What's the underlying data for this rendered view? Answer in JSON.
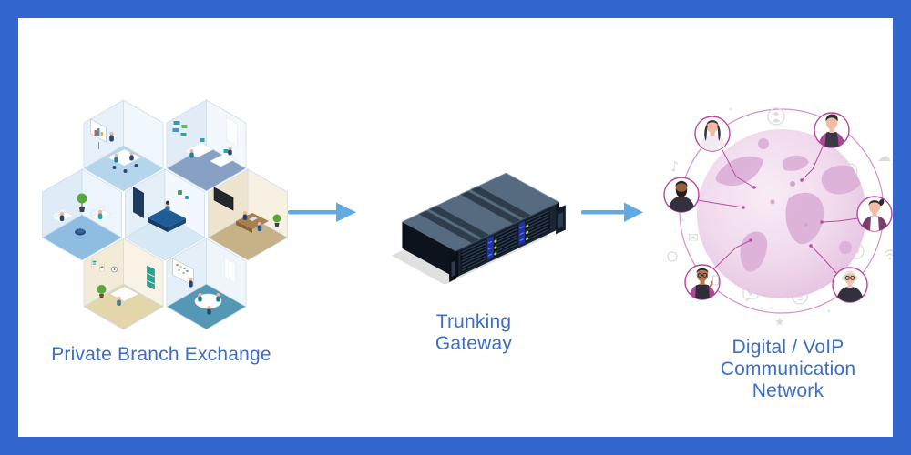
{
  "frame": {
    "border_color": "#3366cc",
    "background_color": "#ffffff"
  },
  "diagram": {
    "type": "flow-diagram",
    "direction": "left-to-right",
    "label_text_color": "#3b6fc6",
    "arrow_color": "#64aae2",
    "nodes": [
      {
        "id": "pbx",
        "label": "Private Branch Exchange",
        "illustration": "isometric-office-honeycomb",
        "rooms": [
          "presentation-meeting-room",
          "workstation-office",
          "lounge",
          "reception",
          "manager-office",
          "study-room",
          "whiteboard-meeting-room"
        ]
      },
      {
        "id": "trunking-gateway",
        "label": "Trunking Gateway",
        "illustration": "isometric-rack-server",
        "colors": {
          "top": "#566a80",
          "front": "#1a2433",
          "module": "#1e32a8",
          "led": "#a6e34d"
        }
      },
      {
        "id": "voip-network",
        "label": "Digital / VoIP Communication Network",
        "illustration": "global-people-network",
        "colors": {
          "globe": "#eed6ea",
          "continents": "#dcaed7",
          "ring": "#b9449d"
        },
        "avatars": [
          "woman-waving",
          "man-thumbs-up",
          "man-beard",
          "woman-ponytail",
          "man-with-phone",
          "elderly-man"
        ],
        "ghost_icons": [
          "music-note",
          "user",
          "cloud",
          "location-pin",
          "envelope",
          "play",
          "wifi",
          "chat-heart",
          "star",
          "dollar"
        ]
      }
    ],
    "connections": [
      {
        "from": "pbx",
        "to": "trunking-gateway",
        "style": "arrow-right"
      },
      {
        "from": "trunking-gateway",
        "to": "voip-network",
        "style": "arrow-right"
      }
    ]
  }
}
